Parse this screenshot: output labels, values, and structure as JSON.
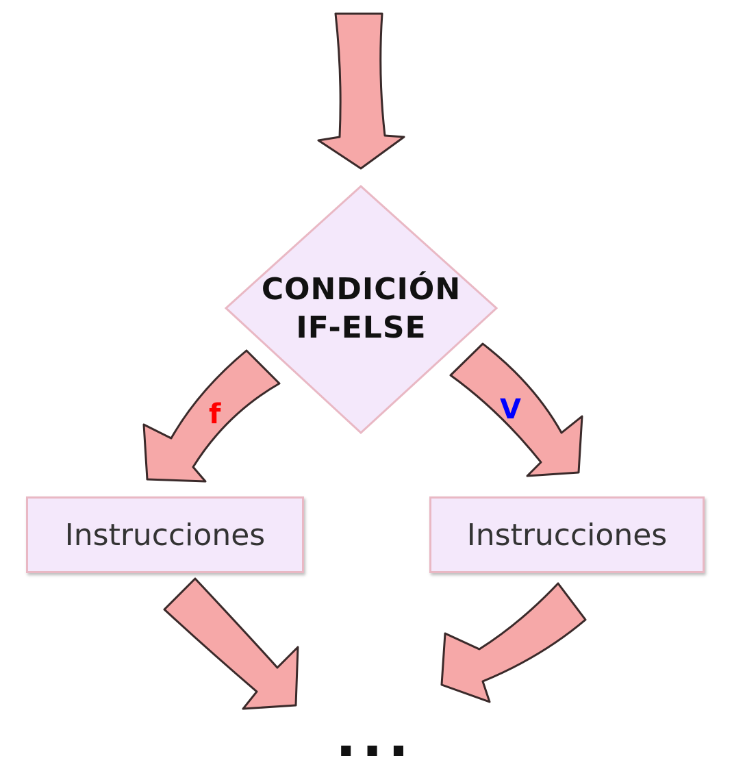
{
  "condition": {
    "line1": "CONDICIÓN",
    "line2": "IF-ELSE"
  },
  "false_label": "f",
  "true_label": "V",
  "left_box": "Instrucciones",
  "right_box": "Instrucciones",
  "continuation": "...",
  "colors": {
    "arrow_fill": "#f6a8a8",
    "shape_fill": "#f4e8fb",
    "false_color": "#ff0000",
    "true_color": "#0000ff"
  }
}
